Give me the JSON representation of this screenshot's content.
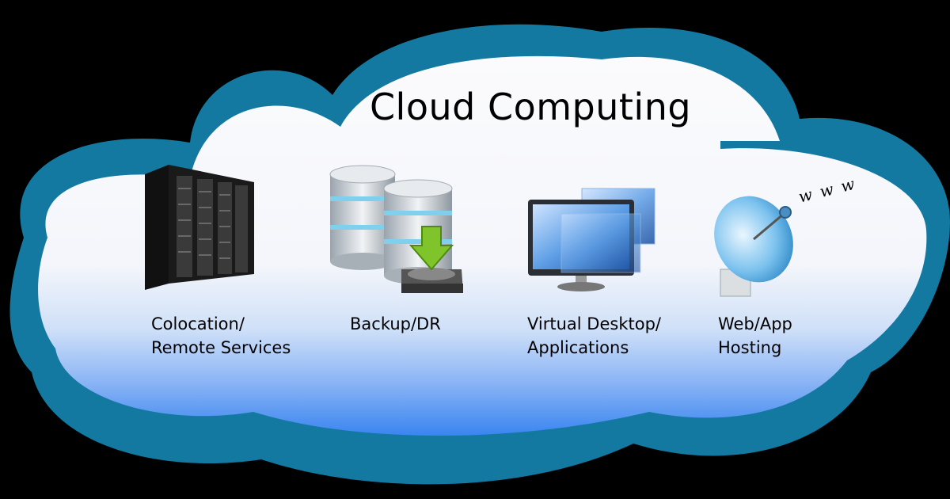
{
  "diagram": {
    "title": "Cloud Computing",
    "colors": {
      "background": "#000000",
      "cloud_outline": "#1479a1",
      "cloud_fill_top": "#fbfbfd",
      "cloud_fill_bottom": "#3a85f0"
    },
    "services": [
      {
        "label": "Colocation/\nRemote Services",
        "icon": "server-rack-icon"
      },
      {
        "label": "Backup/DR",
        "icon": "database-backup-icon"
      },
      {
        "label": "Virtual Desktop/\nApplications",
        "icon": "virtual-desktop-icon"
      },
      {
        "label": "Web/App\nHosting",
        "icon": "satellite-dish-icon"
      }
    ],
    "www_text": "w w w"
  }
}
